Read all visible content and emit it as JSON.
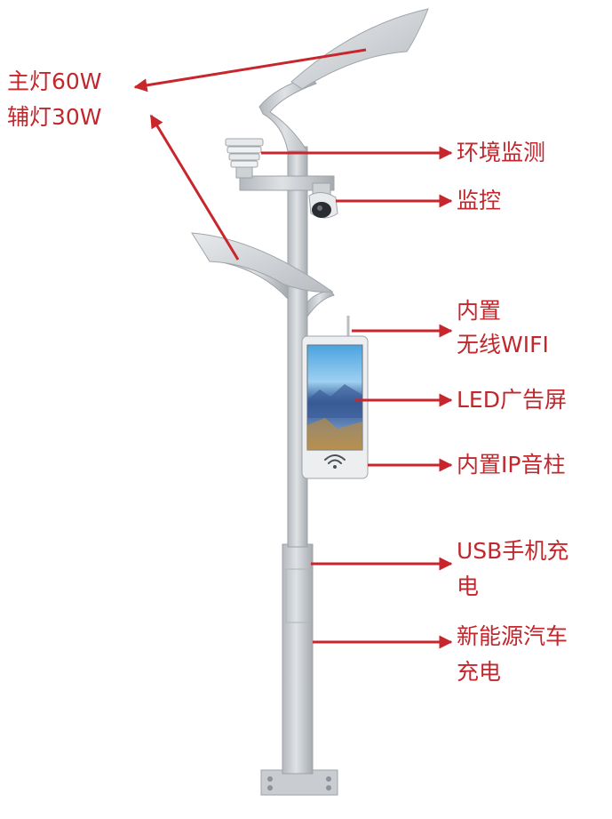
{
  "labels": {
    "main_light": "主灯60W",
    "aux_light": "辅灯30W",
    "environment": "环境监测",
    "monitoring": "监控",
    "wifi_line1": "内置",
    "wifi_line2": "无线WIFI",
    "led_screen": "LED广告屏",
    "speaker": "内置IP音柱",
    "usb_line1": "USB手机充",
    "usb_line2": "电",
    "ev_line1": "新能源汽车",
    "ev_line2": "充电"
  },
  "colors": {
    "label_red": "#c0282d",
    "arrow_red": "#c8262c",
    "pole_gray": "#c9cdd1",
    "pole_shadow": "#a9aeb3",
    "screen_sky": "#4aa3e0",
    "screen_water": "#2a4f8f"
  },
  "icons": [
    "wifi-icon",
    "camera-icon",
    "sensor-icon"
  ]
}
